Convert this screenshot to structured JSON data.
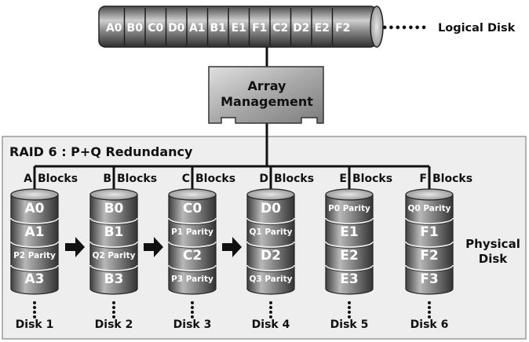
{
  "logical_disk": {
    "label": "Logical Disk",
    "segments": [
      "A0",
      "B0",
      "C0",
      "D0",
      "A1",
      "B1",
      "E1",
      "F1",
      "C2",
      "D2",
      "E2",
      "F2"
    ],
    "continuation": "•••••••"
  },
  "array_management": {
    "line1": "Array",
    "line2": "Management"
  },
  "raid_panel": {
    "title": "RAID 6 : P+Q Redundancy",
    "physical_label_line1": "Physical",
    "physical_label_line2": "Disk"
  },
  "disks": [
    {
      "letter": "A",
      "blocks_label": "Blocks",
      "cells": [
        "A0",
        "A1",
        "P2 Parity",
        "A3"
      ],
      "name": "Disk 1"
    },
    {
      "letter": "B",
      "blocks_label": "Blocks",
      "cells": [
        "B0",
        "B1",
        "Q2 Parity",
        "B3"
      ],
      "name": "Disk 2"
    },
    {
      "letter": "C",
      "blocks_label": "Blocks",
      "cells": [
        "C0",
        "P1 Parity",
        "C2",
        "P3 Parity"
      ],
      "name": "Disk 3"
    },
    {
      "letter": "D",
      "blocks_label": "Blocks",
      "cells": [
        "D0",
        "Q1 Parity",
        "D2",
        "Q3 Parity"
      ],
      "name": "Disk 4"
    },
    {
      "letter": "E",
      "blocks_label": "Blocks",
      "cells": [
        "P0 Parity",
        "E1",
        "E2",
        "E3"
      ],
      "name": "Disk 5"
    },
    {
      "letter": "F",
      "blocks_label": "Blocks",
      "cells": [
        "Q0 Parity",
        "F1",
        "F2",
        "F3"
      ],
      "name": "Disk 6"
    }
  ]
}
